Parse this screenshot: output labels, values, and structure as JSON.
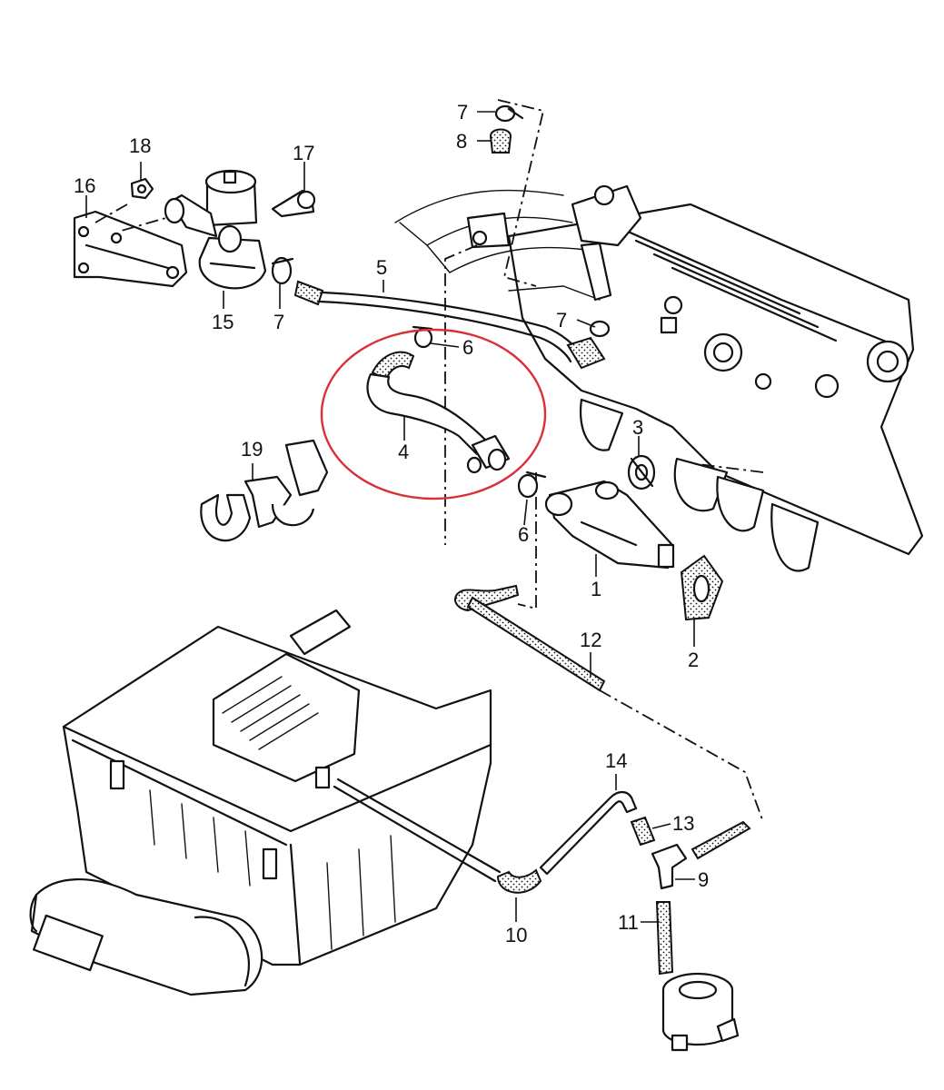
{
  "diagram": {
    "highlight_color": "#d9303a",
    "callouts": {
      "c1": "1",
      "c2": "2",
      "c3": "3",
      "c4": "4",
      "c5": "5",
      "c6a": "6",
      "c6b": "6",
      "c7a": "7",
      "c7b": "7",
      "c7c": "7",
      "c8": "8",
      "c9": "9",
      "c10": "10",
      "c11": "11",
      "c12": "12",
      "c13": "13",
      "c14": "14",
      "c15": "15",
      "c16": "16",
      "c17": "17",
      "c18": "18",
      "c19": "19"
    }
  }
}
